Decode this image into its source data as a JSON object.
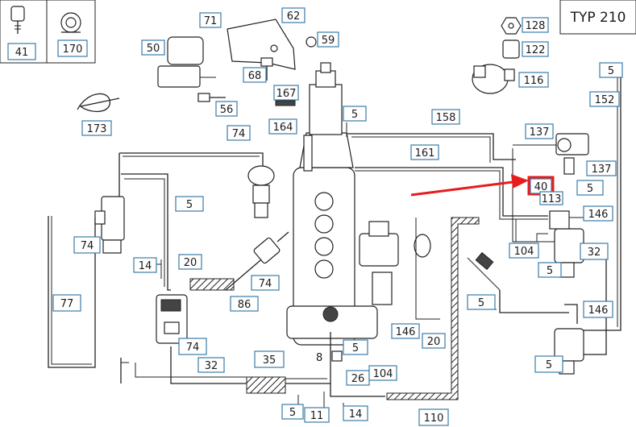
{
  "header": {
    "type_label": "TYP 210"
  },
  "colors": {
    "box_border": "#3a7ca8",
    "highlight": "#e81c1c",
    "line": "#222222"
  },
  "labels": {
    "l41": "41",
    "l170": "170",
    "l71": "71",
    "l62": "62",
    "l50": "50",
    "l59": "59",
    "l68": "68",
    "l56": "56",
    "l167": "167",
    "l5a": "5",
    "l128": "128",
    "l122": "122",
    "l116": "116",
    "l5b": "5",
    "l152": "152",
    "l173": "173",
    "l74a": "74",
    "l164": "164",
    "l158": "158",
    "l137a": "137",
    "l161": "161",
    "l137b": "137",
    "l40": "40",
    "l5c": "5",
    "l113": "113",
    "l146a": "146",
    "l5d": "5",
    "l74b": "74",
    "l14a": "14",
    "l20a": "20",
    "l74c": "74",
    "l86": "86",
    "l104a": "104",
    "l32a": "32",
    "l5e": "5",
    "l77": "77",
    "l5f": "5",
    "l146b": "146",
    "l146c": "146",
    "l20b": "20",
    "l74d": "74",
    "l5g": "5",
    "l8": "8",
    "l35": "35",
    "l32b": "32",
    "l26": "26",
    "l104b": "104",
    "l5h": "5",
    "l5i": "5",
    "l11": "11",
    "l14b": "14",
    "l110": "110"
  }
}
